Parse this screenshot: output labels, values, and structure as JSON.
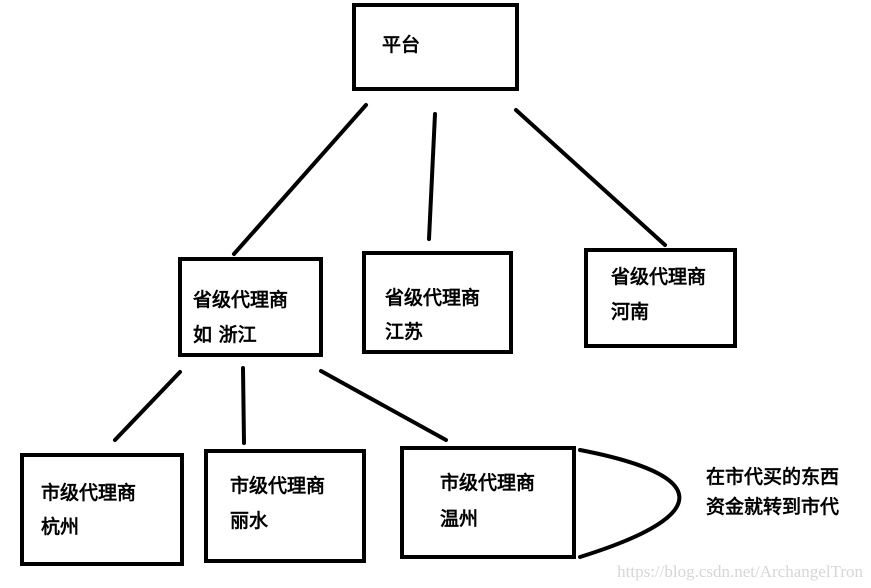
{
  "diagram": {
    "root": {
      "label": "平台"
    },
    "provinces": [
      {
        "line1": "省级代理商",
        "line2": "如 浙江"
      },
      {
        "line1": "省级代理商",
        "line2": "江苏"
      },
      {
        "line1": "省级代理商",
        "line2": "河南"
      }
    ],
    "cities": [
      {
        "line1": "市级代理商",
        "line2": "杭州"
      },
      {
        "line1": "市级代理商",
        "line2": "丽水"
      },
      {
        "line1": "市级代理商",
        "line2": "温州"
      }
    ],
    "note": {
      "line1": "在市代买的东西",
      "line2": "资金就转到市代"
    }
  },
  "watermark": "https://blog.csdn.net/ArchangelTron"
}
